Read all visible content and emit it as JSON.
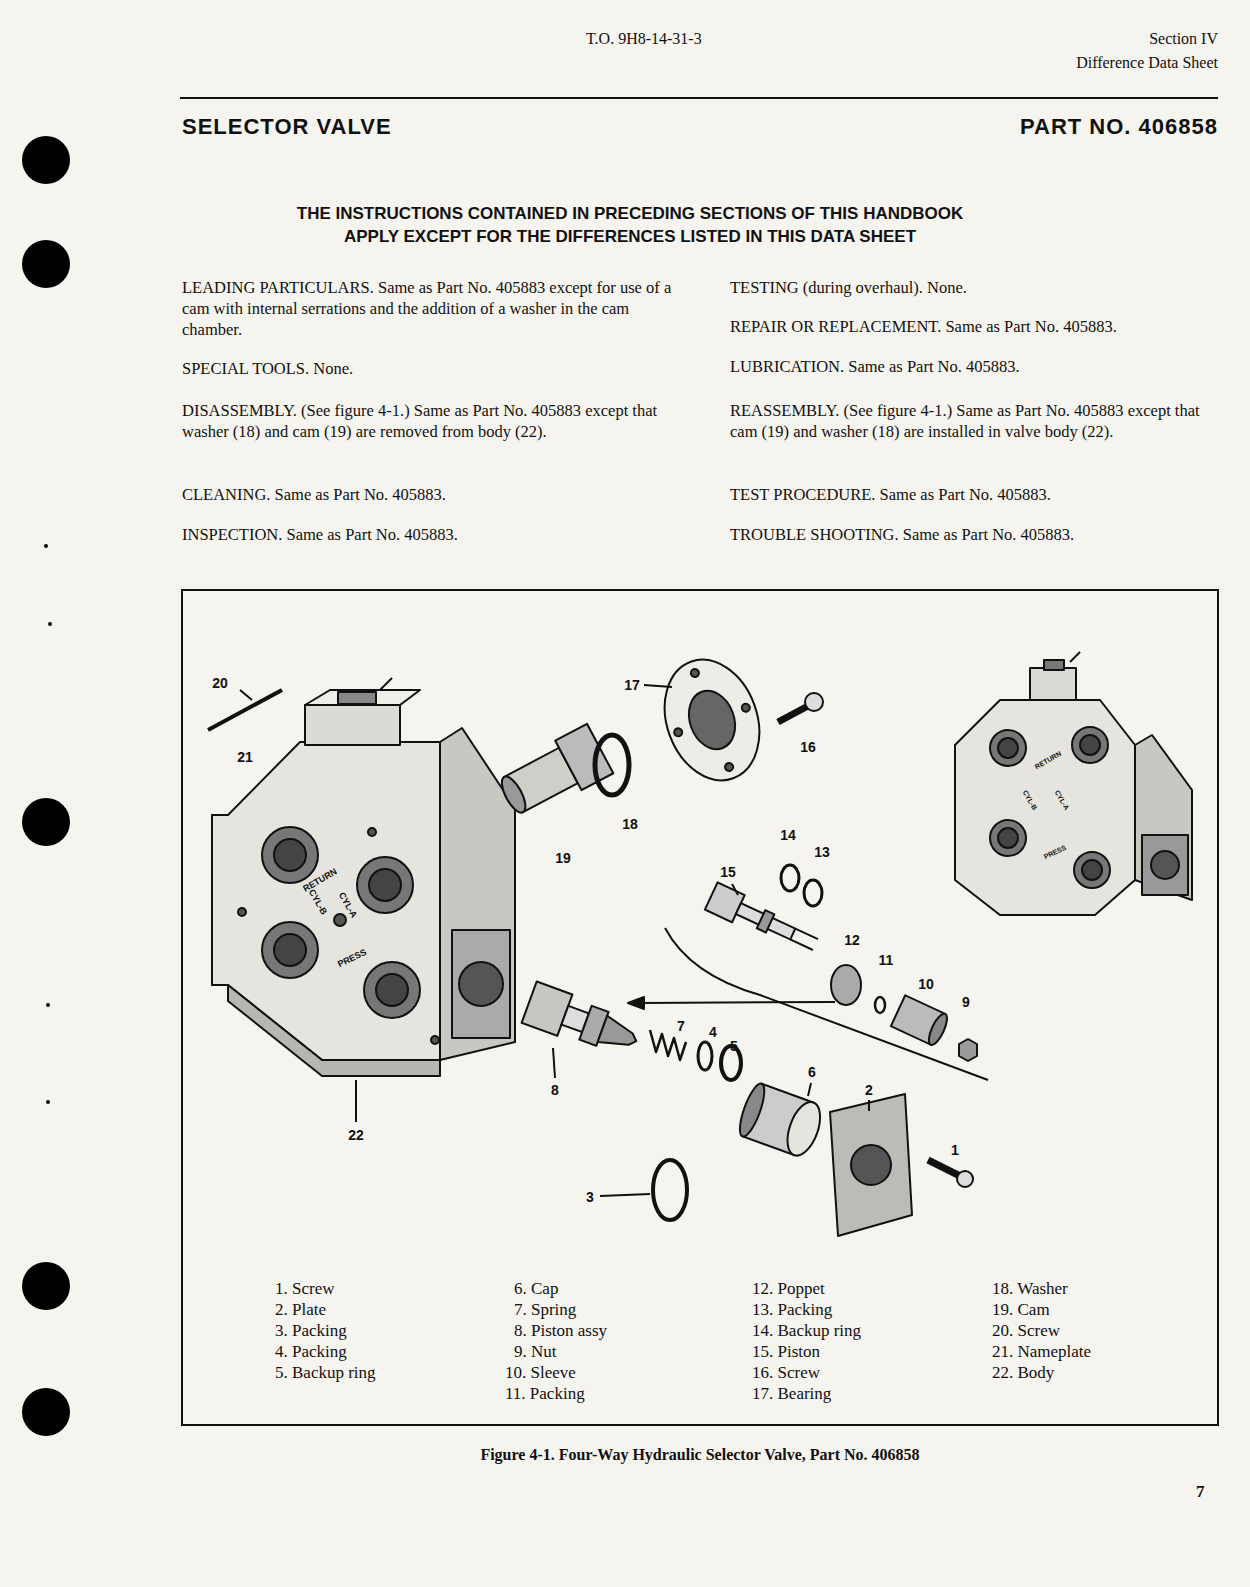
{
  "diagram": {
    "title": "SELECTOR VALVE",
    "caption": "Figure 4-1. Four-Way Hydraulic Selector Valve, Part No. 406858",
    "labels": [
      "T.O. 9H8-14-31-3",
      "Section IV",
      "Difference Data Sheet",
      "PART NO. 406858",
      "THE INSTRUCTIONS CONTAINED IN PRECEDING SECTIONS OF THIS HANDBOOK APPLY EXCEPT FOR THE DIFFERENCES LISTED IN THIS DATA SHEET",
      "LEADING PARTICULARS. Same as Part No. 405883 except for use of a cam with internal serrations and the addition of a washer in the cam chamber.",
      "SPECIAL TOOLS. None.",
      "DISASSEMBLY. (See figure 4-1.) Same as Part No. 405883 except that washer (18) and cam (19) are removed from body (22).",
      "CLEANING. Same as Part No. 405883.",
      "INSPECTION. Same as Part No. 405883.",
      "TESTING (during overhaul). None.",
      "REPAIR OR REPLACEMENT. Same as Part No. 405883.",
      "LUBRICATION. Same as Part No. 405883.",
      "REASSEMBLY. (See figure 4-1.) Same as Part No. 405883 except that cam (19) and washer (18) are installed in valve body (22).",
      "TEST PROCEDURE. Same as Part No. 405883.",
      "TROUBLE SHOOTING. Same as Part No. 405883.",
      "20",
      "21",
      "17",
      "16",
      "18",
      "19",
      "14",
      "13",
      "15",
      "12",
      "11",
      "10",
      "9",
      "8",
      "7",
      "4",
      "5",
      "6",
      "2",
      "1",
      "3",
      "22",
      "RETURN",
      "CYL-A",
      "CYL-B",
      "PRESS",
      "RETURN",
      "CYL-A",
      "CYL-B",
      "PRESS",
      "1. Screw",
      "2. Plate",
      "3. Packing",
      "4. Packing",
      "5. Backup ring",
      "6. Cap",
      "7. Spring",
      "8. Piston assy",
      "9. Nut",
      "10. Sleeve",
      "11. Packing",
      "12. Poppet",
      "13. Packing",
      "14. Backup ring",
      "15. Piston",
      "16. Screw",
      "17. Bearing",
      "18. Washer",
      "19. Cam",
      "20. Screw",
      "21. Nameplate",
      "22. Body",
      "7"
    ]
  }
}
